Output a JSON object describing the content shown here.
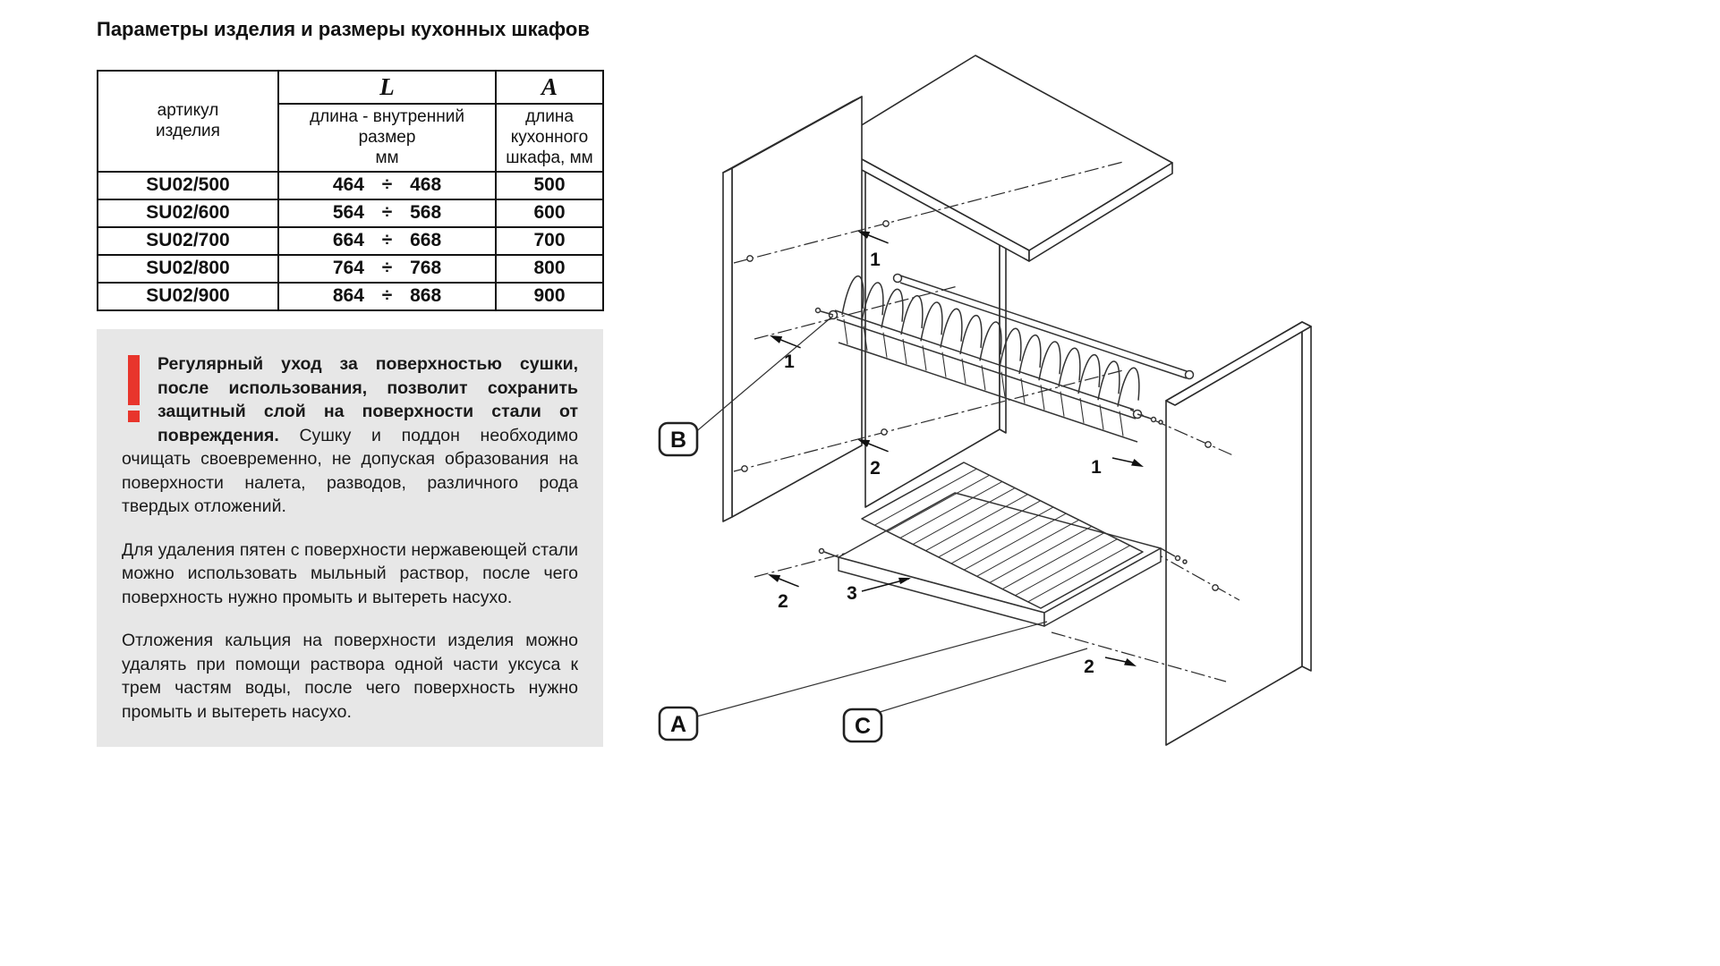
{
  "page": {
    "title": "Параметры изделия и размеры кухонных шкафов"
  },
  "colors": {
    "accent_red": "#e8352c",
    "table_border": "#111111",
    "note_background": "#e7e7e7",
    "line_color": "#2b2b2b"
  },
  "table": {
    "header": {
      "article": "артикул\nизделия",
      "l_symbol": "L",
      "l_desc": "длина - внутренний размер\nмм",
      "a_symbol": "A",
      "a_desc": "длина\nкухонного\nшкафа, мм"
    },
    "rows": [
      {
        "article": "SU02/500",
        "l": "464 ÷ 468",
        "a": "500"
      },
      {
        "article": "SU02/600",
        "l": "564 ÷ 568",
        "a": "600"
      },
      {
        "article": "SU02/700",
        "l": "664 ÷ 668",
        "a": "700"
      },
      {
        "article": "SU02/800",
        "l": "764 ÷ 768",
        "a": "800"
      },
      {
        "article": "SU02/900",
        "l": "864 ÷ 868",
        "a": "900"
      }
    ]
  },
  "warning": {
    "icon": "exclamation-icon",
    "p1_bold": "Регулярный уход за поверхностью сушки, после использования, позволит сохранить защитный слой на поверхности стали от повреждения.",
    "p1_rest": "Сушку и поддон необходимо очищать своевременно, не допуская образования на поверхности налета, разводов, различного рода твердых отложений.",
    "p2": "Для удаления пятен с поверхности нержавеющей стали можно использовать мыльный раствор, после чего поверхность нужно промыть и вытереть насухо.",
    "p3": "Отложения кальция на поверхности изделия можно удалять при помощи раствора одной части уксуса к трем частям воды, после чего поверхность нужно промыть и вытереть насухо."
  },
  "diagram": {
    "parts": {
      "b": "B",
      "a": "A",
      "c": "C"
    },
    "steps": {
      "s1": "1",
      "s2": "2",
      "s3": "3"
    }
  }
}
